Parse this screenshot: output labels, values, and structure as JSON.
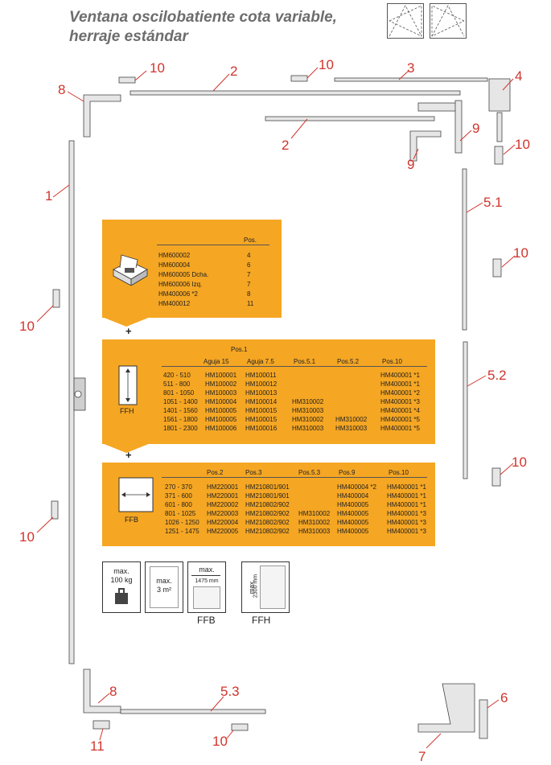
{
  "title": {
    "line1": "Ventana oscilobatiente cota variable,",
    "line2": "herraje estándar"
  },
  "callouts": {
    "n1": "1",
    "n2a": "2",
    "n2b": "2",
    "n3": "3",
    "n4": "4",
    "n5_1": "5.1",
    "n5_2": "5.2",
    "n5_3": "5.3",
    "n6": "6",
    "n7": "7",
    "n8a": "8",
    "n8b": "8",
    "n9a": "9",
    "n9b": "9",
    "n10a": "10",
    "n10b": "10",
    "n10c": "10",
    "n10d": "10",
    "n10e": "10",
    "n10f": "10",
    "n10g": "10",
    "n10h": "10",
    "n11": "11"
  },
  "basic_set": {
    "pos_header": "Pos.",
    "rows": [
      {
        "code": "HM600002",
        "pos": "4"
      },
      {
        "code": "HM600004",
        "pos": "6"
      },
      {
        "code": "HM600005 Dcha.",
        "pos": "7"
      },
      {
        "code": "HM600006 Izq.",
        "pos": "7"
      },
      {
        "code": "HM400006 *2",
        "pos": "8"
      },
      {
        "code": "HM400012",
        "pos": "11"
      }
    ]
  },
  "ffh_table": {
    "label": "FFH",
    "group_header": "Pos.1",
    "headers": [
      "Aguja 15",
      "Aguja 7.5",
      "Pos.5.1",
      "Pos.5.2",
      "Pos.10"
    ],
    "rows": [
      [
        "420",
        "510",
        "HM100001",
        "HM100011",
        "",
        "",
        "HM400001 *1"
      ],
      [
        "511",
        "800",
        "HM100002",
        "HM100012",
        "",
        "",
        "HM400001 *1"
      ],
      [
        "801",
        "1050",
        "HM100003",
        "HM100013",
        "",
        "",
        "HM400001 *2"
      ],
      [
        "1051",
        "1400",
        "HM100004",
        "HM100014",
        "HM310002",
        "",
        "HM400001 *3"
      ],
      [
        "1401",
        "1560",
        "HM100005",
        "HM100015",
        "HM310003",
        "",
        "HM400001 *4"
      ],
      [
        "1561",
        "1800",
        "HM100005",
        "HM100015",
        "HM310002",
        "HM310002",
        "HM400001 *5"
      ],
      [
        "1801",
        "2300",
        "HM100006",
        "HM100016",
        "HM310003",
        "HM310003",
        "HM400001 *5"
      ]
    ]
  },
  "ffb_table": {
    "label": "FFB",
    "headers": [
      "Pos.2",
      "Pos.3",
      "Pos.5.3",
      "Pos.9",
      "Pos.10"
    ],
    "rows": [
      [
        "270",
        "370",
        "HM220001",
        "HM210801/901",
        "",
        "HM400004 *2",
        "HM400001 *1"
      ],
      [
        "371",
        "600",
        "HM220001",
        "HM210801/901",
        "",
        "HM400004",
        "HM400001 *1"
      ],
      [
        "601",
        "800",
        "HM220002",
        "HM210802/902",
        "",
        "HM400005",
        "HM400001 *1"
      ],
      [
        "801",
        "1025",
        "HM220003",
        "HM210802/902",
        "HM310002",
        "HM400005",
        "HM400001 *3"
      ],
      [
        "1026",
        "1250",
        "HM220004",
        "HM210802/902",
        "HM310002",
        "HM400005",
        "HM400001 *3"
      ],
      [
        "1251",
        "1475",
        "HM220005",
        "HM210802/902",
        "HM310003",
        "HM400005",
        "HM400001 *3"
      ]
    ]
  },
  "limits": {
    "weight_top": "max.",
    "weight_val": "100 kg",
    "area_top": "max.",
    "area_val": "3 m²",
    "ffb_top": "max.",
    "ffb_val": "1475 mm",
    "ffb_caption": "FFB",
    "ffh_top": "max.",
    "ffh_val": "2300 mm",
    "ffh_caption": "FFH"
  },
  "plus_signs": [
    "+",
    "+"
  ]
}
